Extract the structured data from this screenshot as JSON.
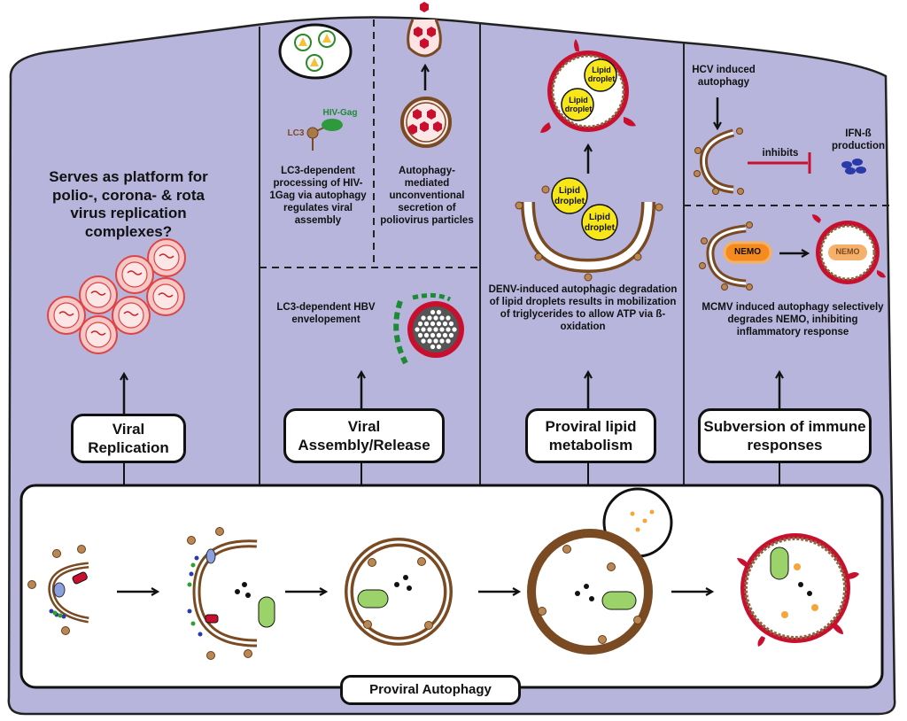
{
  "columns": {
    "replication": {
      "question": "Serves as platform for polio-, corona- & rota virus replication complexes?",
      "label": "Viral Replication"
    },
    "assembly": {
      "hiv_text": "LC3-dependent processing of HIV-1Gag via autophagy regulates viral assembly",
      "hiv_gag": "HIV-Gag",
      "lc3": "LC3",
      "polio_text": "Autophagy-mediated unconventional secretion of poliovirus particles",
      "hbv_text": "LC3-dependent HBV envelopement",
      "label": "Viral Assembly/Release"
    },
    "lipid": {
      "droplet": "Lipid droplet",
      "text": "DENV-induced autophagic degradation of lipid droplets results in mobilization of triglycerides to allow ATP via ß-oxidation",
      "label": "Proviral lipid metabolism"
    },
    "immune": {
      "hcv": "HCV induced autophagy",
      "inhibits": "inhibits",
      "ifn": "IFN-ß production",
      "nemo": "NEMO",
      "text": "MCMV induced autophagy selectively degrades NEMO, inhibiting inflammatory response",
      "label": "Subversion of immune responses"
    }
  },
  "bottom": {
    "label": "Proviral Autophagy"
  },
  "colors": {
    "background": "#b8b5dc",
    "membrane_brown": "#7a4a22",
    "lysosome_red": "#d42a2a",
    "lipid_yellow": "#f6e61a",
    "mito_green": "#9bd36a",
    "nemo_orange": "#f58a1f"
  }
}
